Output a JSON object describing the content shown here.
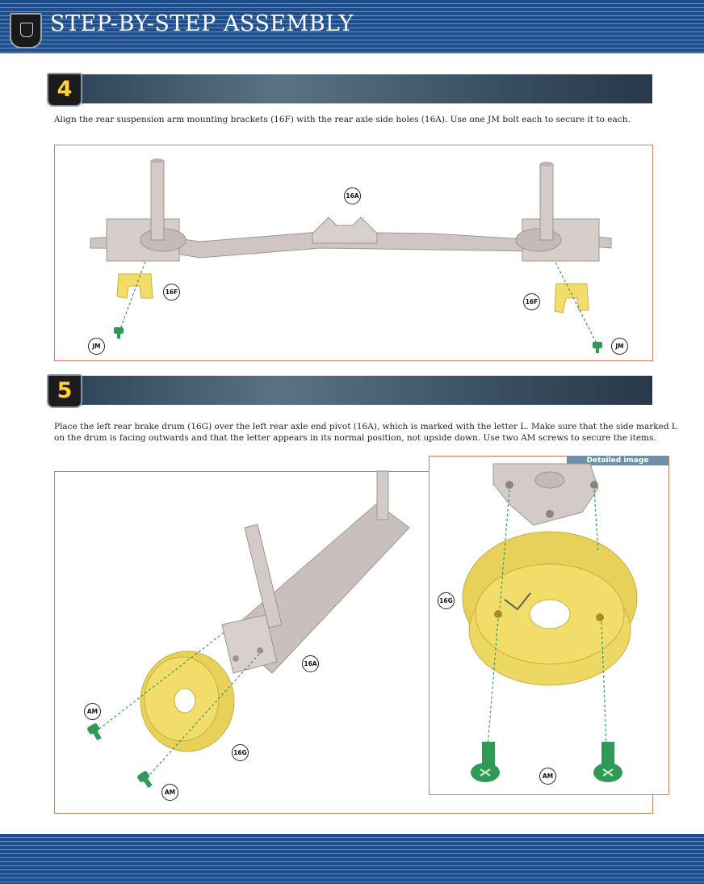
{
  "header": {
    "title": "STEP-BY-STEP ASSEMBLY",
    "logo_icon": "crest-badge-icon"
  },
  "steps": [
    {
      "number": "4",
      "instruction": "Align the rear suspension arm mounting brackets (16F) with the rear axle side holes (16A). Use one JM bolt each to secure it to each.",
      "callouts": [
        "16A",
        "16F",
        "16F",
        "JM",
        "JM"
      ]
    },
    {
      "number": "5",
      "instruction_line1": "Place the left rear brake drum (16G) over the left rear axle end pivot (16A), which is marked with the letter L. Make sure that the side marked L",
      "instruction_line2": "on the drum is facing outwards and that the letter appears in its normal position, not upside down. Use two AM screws to secure the items.",
      "callouts": [
        "16A",
        "16G",
        "AM",
        "AM"
      ],
      "detail": {
        "label": "Detailed image",
        "callouts": [
          "16G",
          "AM"
        ]
      }
    }
  ],
  "colors": {
    "header_blue": "#1d4f8f",
    "frame_border": "#d87a5e",
    "part_grey": "#cfc6c3",
    "part_yellow": "#f2dd6a",
    "screw_green": "#2f9a55",
    "step_number": "#ffd23a"
  }
}
